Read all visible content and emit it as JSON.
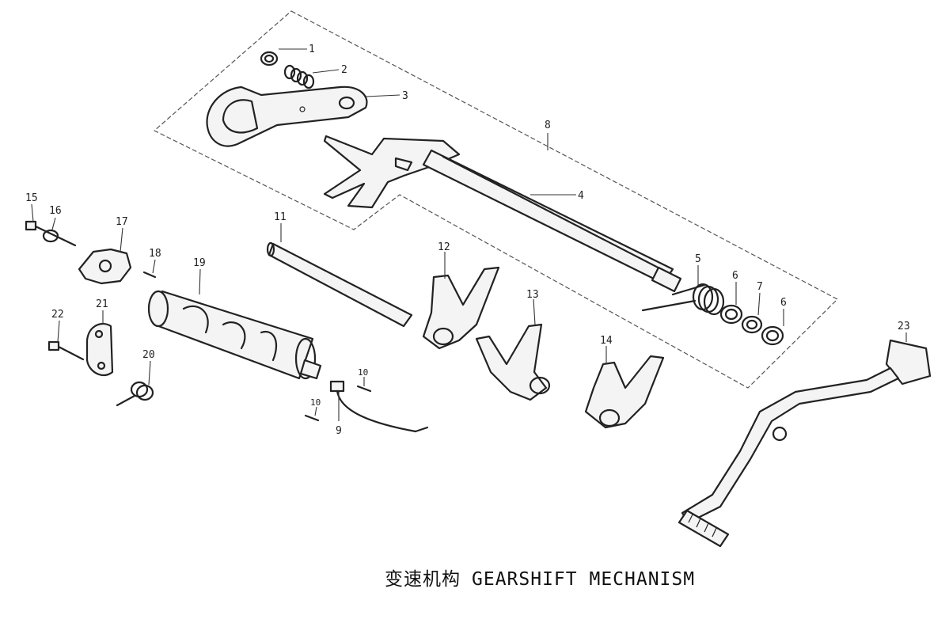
{
  "title_cn": "变速机构",
  "title_en": "GEARSHIFT MECHANISM",
  "callouts": {
    "c1": "1",
    "c2": "2",
    "c3": "3",
    "c4": "4",
    "c5": "5",
    "c6a": "6",
    "c6b": "6",
    "c7": "7",
    "c8": "8",
    "c9": "9",
    "c10a": "10",
    "c10b": "10",
    "c11": "11",
    "c12": "12",
    "c13": "13",
    "c14": "14",
    "c15": "15",
    "c16": "16",
    "c17": "17",
    "c18": "18",
    "c19": "19",
    "c20": "20",
    "c21": "21",
    "c22": "22",
    "c23": "23"
  }
}
